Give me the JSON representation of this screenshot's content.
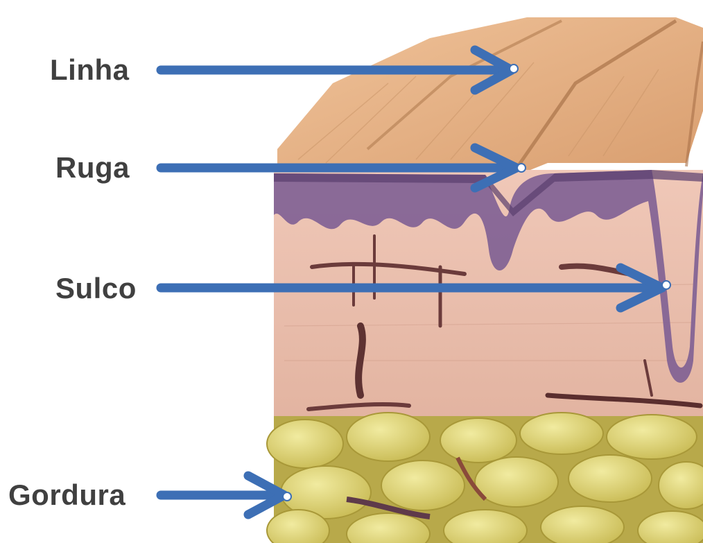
{
  "labels": [
    {
      "id": "linha",
      "text": "Linha"
    },
    {
      "id": "ruga",
      "text": "Ruga"
    },
    {
      "id": "sulco",
      "text": "Sulco"
    },
    {
      "id": "gordura",
      "text": "Gordura"
    }
  ],
  "colors": {
    "arrow": "#3d6fb5",
    "label_text": "#404040",
    "skin_top": "#e6b183",
    "epidermis": "#7a5a8e",
    "dermis": "#e8bfae",
    "fat": "#d9cf6a",
    "background": "#ffffff"
  }
}
